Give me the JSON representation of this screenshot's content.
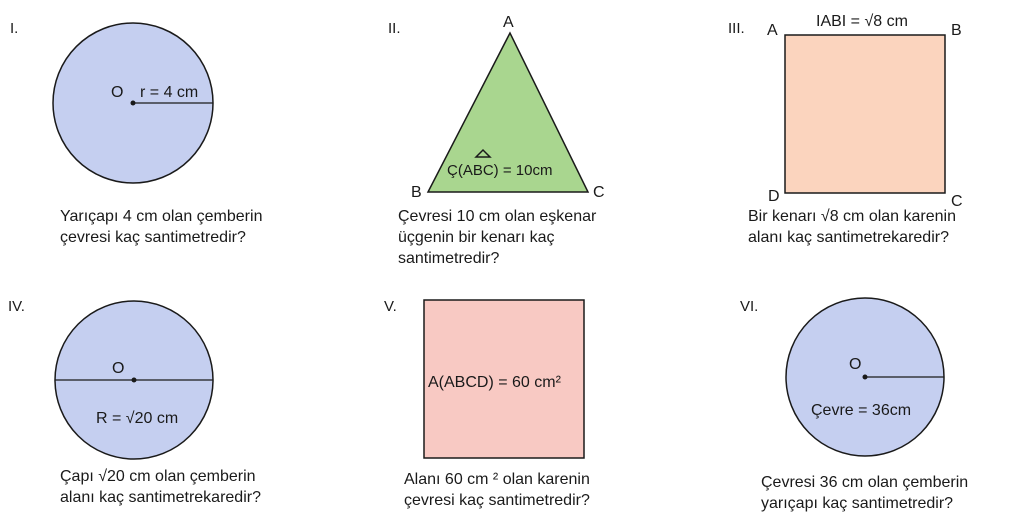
{
  "problems": [
    {
      "number": "I.",
      "figure": {
        "center": "O",
        "radius_label": "r = 4 cm"
      },
      "question": [
        "Yarıçapı 4 cm olan çemberin",
        "çevresi kaç santimetredir?"
      ]
    },
    {
      "number": "II.",
      "figure": {
        "vertex_top": "A",
        "vertex_left": "B",
        "vertex_right": "C",
        "label": "Ç(ABC) = 10cm"
      },
      "question": [
        "Çevresi 10 cm olan eşkenar",
        "üçgenin bir kenarı kaç",
        "santimetredir?"
      ]
    },
    {
      "number": "III.",
      "figure": {
        "corner_tl": "A",
        "corner_tr": "B",
        "corner_bl": "D",
        "corner_br": "C",
        "side_label": "IABI = √8 cm"
      },
      "question": [
        "Bir kenarı √8 cm olan karenin",
        "alanı kaç santimetrekaredir?"
      ]
    },
    {
      "number": "IV.",
      "figure": {
        "center": "O",
        "label": "R = √20 cm"
      },
      "question": [
        "Çapı √20 cm olan çemberin",
        "alanı kaç santimetrekaredir?"
      ]
    },
    {
      "number": "V.",
      "figure": {
        "label": "A(ABCD) = 60 cm²"
      },
      "question": [
        "Alanı 60 cm ² olan karenin",
        "çevresi kaç santimetredir?"
      ]
    },
    {
      "number": "VI.",
      "figure": {
        "center": "O",
        "label": "Çevre = 36cm"
      },
      "question": [
        "Çevresi 36  cm olan çemberin",
        "yarıçapı kaç santimetredir?"
      ]
    }
  ],
  "colors": {
    "circle_fill": "#c5cff0",
    "triangle_fill": "#a9d68f",
    "square_fill": "#fbd4be",
    "square_fill_v": "#f8c9c3",
    "stroke": "#1a1a1a"
  }
}
